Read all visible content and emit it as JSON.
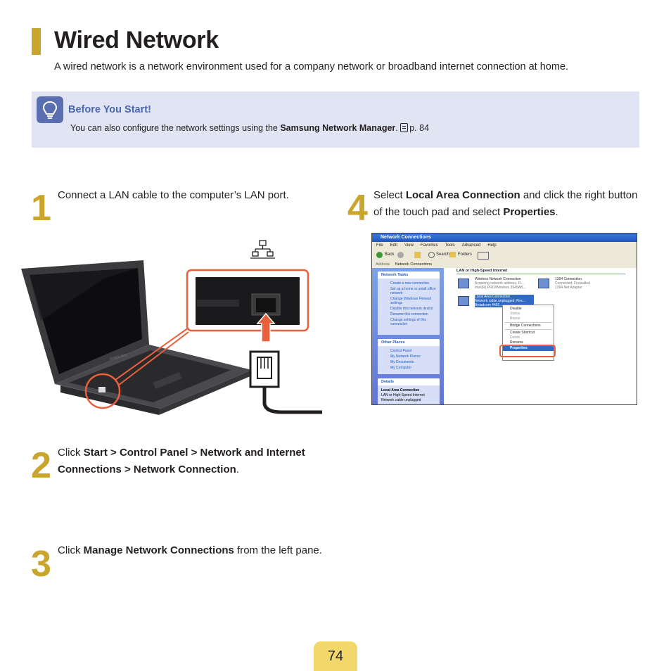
{
  "header": {
    "title": "Wired Network",
    "intro": "A wired network is a network environment used for a company network or broadband internet connection at home."
  },
  "note": {
    "heading": "Before You Start!",
    "text_before": "You can also configure the network settings using the ",
    "text_bold": "Samsung Network Manager",
    "text_after": ". ",
    "page_ref": "p. 84"
  },
  "steps": [
    {
      "number": "1",
      "text": "Connect a LAN cable to the computer’s LAN port."
    },
    {
      "number": "2",
      "pre": "Click ",
      "bold": "Start > Control Panel > Network and Internet Connections > Network Connection",
      "post": "."
    },
    {
      "number": "3",
      "pre": "Click ",
      "bold": "Manage Network Connections",
      "post": " from the left pane."
    },
    {
      "number": "4",
      "pre": "Select ",
      "bold1": "Local Area Connection",
      "mid": " and click the right button of the touch pad and select ",
      "bold2": "Properties",
      "post": "."
    }
  ],
  "laptop_brand": "SAMSUNG",
  "screenshot": {
    "window_title": "Network Connections",
    "menu": [
      "File",
      "Edit",
      "View",
      "Favorites",
      "Tools",
      "Advanced",
      "Help"
    ],
    "toolbar": [
      "Back",
      "Search",
      "Folders"
    ],
    "address_label": "Address",
    "address_value": "Network Connections",
    "network_tasks_heading": "Network Tasks",
    "network_tasks": [
      "Create a new connection",
      "Set up a home or small office network",
      "Change Windows Firewall settings",
      "Disable this network device",
      "Rename this connection",
      "Change settings of this connection"
    ],
    "other_places_heading": "Other Places",
    "other_places": [
      "Control Panel",
      "My Network Places",
      "My Documents",
      "My Computer"
    ],
    "details_heading": "Details",
    "details": [
      "Local Area Connection",
      "LAN or High-Speed Internet",
      "Network cable unplugged"
    ],
    "group_heading": "LAN or High-Speed Internet",
    "connections": [
      {
        "name": "Wireless Network Connection",
        "status": "Acquiring network address, Fi...",
        "device": "Intel(R) PRO/Wireless 3945AB..."
      },
      {
        "name": "1394 Connection",
        "status": "Connected, Firewalled",
        "device": "1394 Net Adapter"
      },
      {
        "name": "Local Area Connection",
        "status": "Network cable unplugged, Fire...",
        "device": "Broadcom 4401..."
      }
    ],
    "context_menu": [
      "Disable",
      "Status",
      "Repair",
      "Bridge Connections",
      "Create Shortcut",
      "Delete",
      "Rename",
      "Properties"
    ]
  },
  "colors": {
    "accent_gold": "#c9a52c",
    "note_bg": "#e1e4f2",
    "note_heading": "#4a66b0",
    "highlight_orange": "#e8603c",
    "page_tab": "#f2d76a"
  },
  "page_number": "74"
}
